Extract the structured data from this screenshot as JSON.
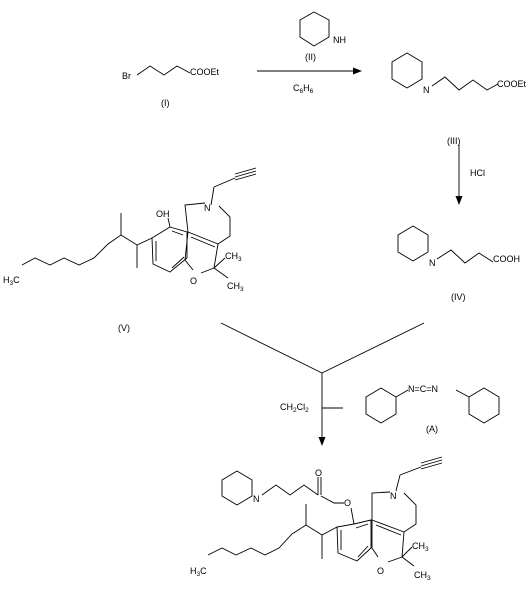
{
  "compounds": {
    "I": {
      "label": "(I)",
      "br": "Br",
      "ester": "COOEt"
    },
    "II": {
      "label": "(II)",
      "nh": "NH"
    },
    "III": {
      "label": "(III)",
      "n": "N",
      "ester": "COOEt"
    },
    "IV": {
      "label": "(IV)",
      "n": "N",
      "acid": "COOH"
    },
    "V": {
      "label": "(V)",
      "oh": "OH",
      "n": "N",
      "o": "O",
      "ch3_a": "CH",
      "ch3_b": "CH",
      "h3c": "H",
      "sub3": "3",
      "c": "C"
    },
    "A": {
      "label": "(A)",
      "chain": "N=C=N"
    },
    "product": {
      "o_ester": "O",
      "o_ring": "O",
      "n_pip": "N",
      "n_ring": "N",
      "ch3_a": "CH",
      "ch3_b": "CH",
      "h3c": "H",
      "sub3": "3",
      "c": "C"
    }
  },
  "conditions": {
    "step1": {
      "solvent": "C",
      "s1": "6",
      "h": "H",
      "s2": "6"
    },
    "step2": {
      "reagent": "HCl"
    },
    "step3": {
      "solvent": "CH",
      "s1": "2",
      "cl": "Cl",
      "s2": "2"
    }
  }
}
